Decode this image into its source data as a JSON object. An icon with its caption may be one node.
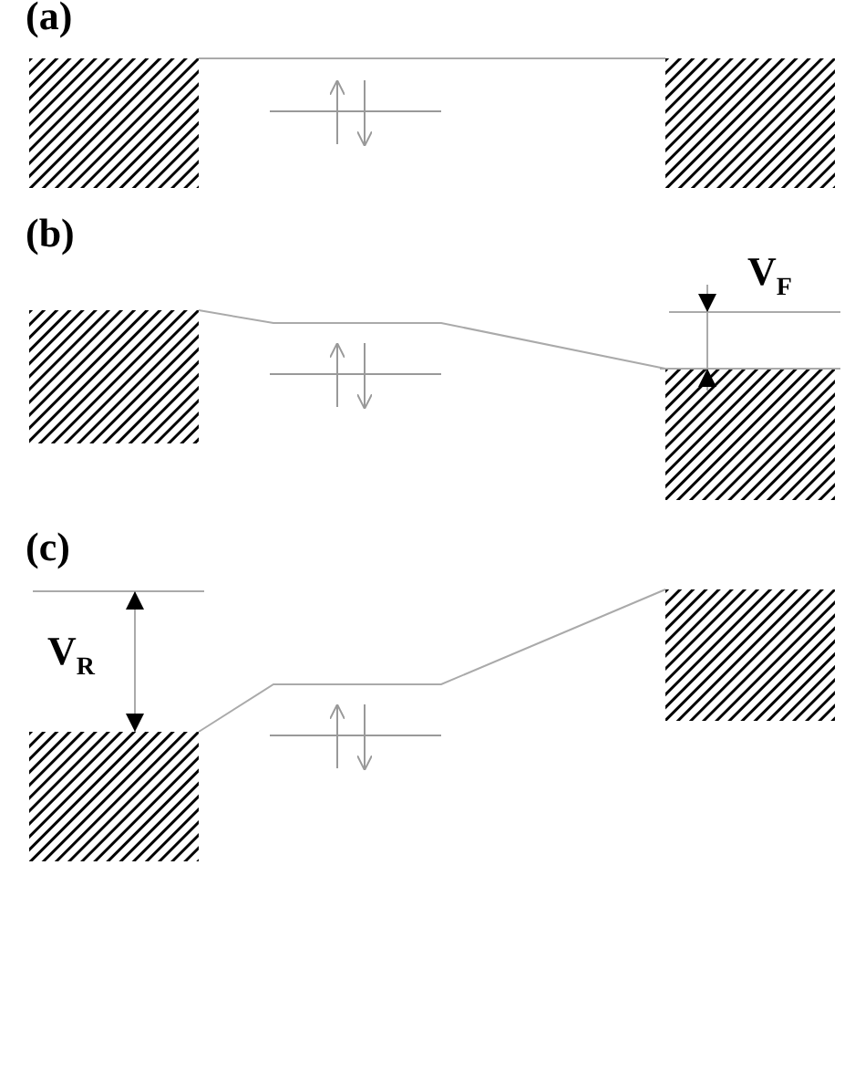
{
  "diagram": {
    "nodes": [
      {
        "text": [],
        "shape": "box"
      },
      {
        "text": [],
        "shape": "box"
      },
      {
        "text": [],
        "shape": "box"
      },
      {
        "text": [],
        "shape": "box"
      },
      {
        "text": [],
        "shape": "box"
      },
      {
        "text": [],
        "shape": "box"
      }
    ],
    "edges": [
      {
        "from": 0,
        "to": 1,
        "arrow": "none"
      },
      {
        "from": 2,
        "to": 3,
        "arrow": "none"
      },
      {
        "from": 4,
        "to": 5,
        "arrow": "none"
      }
    ],
    "labels": [
      "(a)",
      "(b)",
      "V$_{F}$",
      "(c)",
      "V$_{R}$"
    ]
  }
}
